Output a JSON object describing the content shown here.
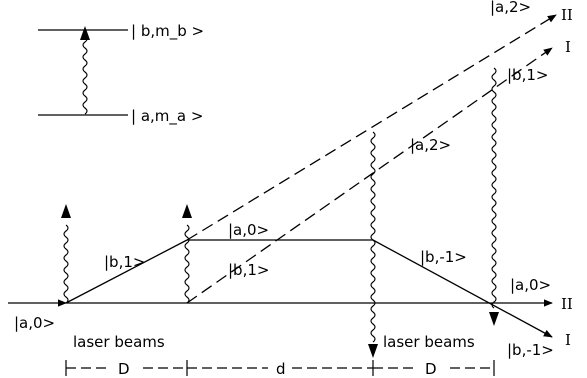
{
  "levels": {
    "upper": "| b,m_b >",
    "lower": "| a,m_a >"
  },
  "labels": {
    "a0_input": "|a,0>",
    "b1_first": "|b,1>",
    "a0_upper": "|a,0>",
    "b1_lower": "|b,1>",
    "a2_mid": "|a,2>",
    "bm1_mid": "|b,-1>",
    "a2_top": "|a,2>",
    "b1_top": "|b,1>",
    "a0_out": "|a,0>",
    "bm1_out": "|b,-1>"
  },
  "path_markers": {
    "II_top": "II",
    "I_top": "I",
    "II_right": "II",
    "I_right": "I"
  },
  "laser_labels": {
    "left": "laser beams",
    "right": "laser beams"
  },
  "dimensions": {
    "D_left": "D",
    "d_mid": "d",
    "D_right": "D"
  }
}
